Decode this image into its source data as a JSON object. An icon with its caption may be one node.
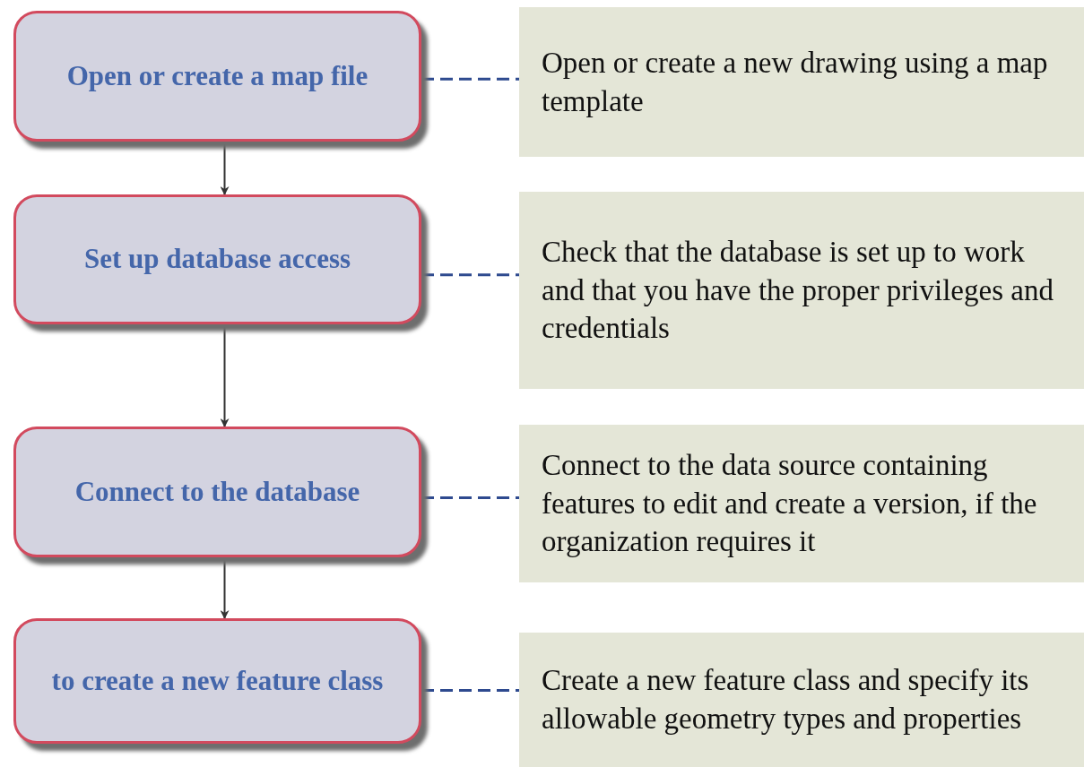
{
  "diagram": {
    "nodes": [
      {
        "text": [
          "Open or create a map file"
        ]
      },
      {
        "text": [
          "Open or create a new drawing using a map template"
        ]
      },
      {
        "text": [
          "Set up database access"
        ]
      },
      {
        "text": [
          "Check that the database is set up to work and that you have the proper privileges and credentials"
        ]
      },
      {
        "text": [
          "Connect to the database"
        ]
      },
      {
        "text": [
          "Connect to the data source containing features to edit and create a version, if the organization requires it"
        ]
      },
      {
        "text": [
          "to create a new feature class"
        ]
      },
      {
        "text": [
          "Create a new feature class and specify its allowable geometry types and properties"
        ]
      }
    ],
    "edges": [
      {
        "from": 0,
        "to": 2,
        "arrow": "to",
        "color": "#333333"
      },
      {
        "from": 2,
        "to": 4,
        "arrow": "to",
        "color": "#333333"
      },
      {
        "from": 4,
        "to": 6,
        "arrow": "to",
        "color": "#333333"
      },
      {
        "from": 0,
        "to": 1,
        "arrow": "none",
        "style": "dashed"
      },
      {
        "from": 2,
        "to": 3,
        "arrow": "none",
        "style": "dashed"
      },
      {
        "from": 4,
        "to": 5,
        "arrow": "none",
        "style": "dashed"
      },
      {
        "from": 6,
        "to": 7,
        "arrow": "none",
        "style": "dashed"
      }
    ]
  }
}
